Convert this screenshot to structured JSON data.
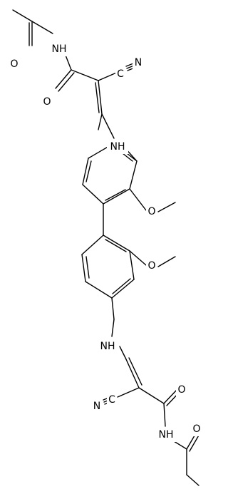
{
  "structure": {
    "atoms": {
      "nh_top_amide": "NH",
      "o_top_acyl": "O",
      "o_top_amide": "O",
      "n_top_nitrile": "N",
      "nh_top_amine": "NH",
      "o_top_methoxy": "O",
      "o_bottom_methoxy": "O",
      "nh_bottom_amine": "NH",
      "n_bottom_nitrile": "N",
      "o_bottom_amide": "O",
      "nh_bottom_amide": "NH",
      "o_bottom_acyl": "O"
    },
    "nitrile_carbons": {
      "top": "C",
      "bottom": "C"
    }
  }
}
